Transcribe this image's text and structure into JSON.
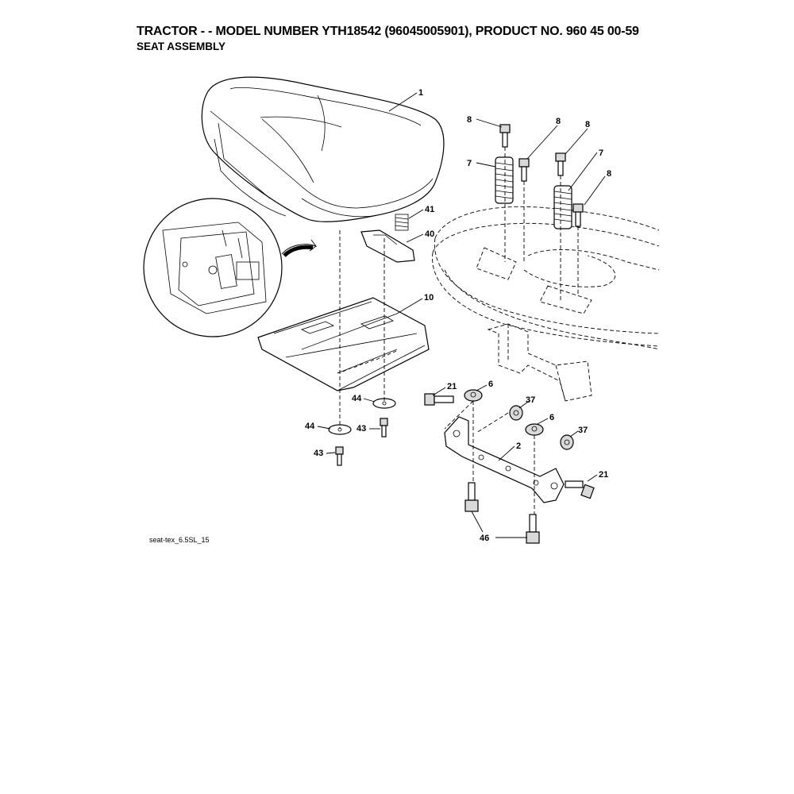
{
  "header": {
    "title": "TRACTOR - - MODEL NUMBER YTH18542 (96045005901), PRODUCT NO. 960 45 00-59",
    "subtitle": "SEAT ASSEMBLY"
  },
  "figure_id": "seat-tex_6.5SL_15",
  "callouts": [
    {
      "id": "c1",
      "text": "1"
    },
    {
      "id": "c8a",
      "text": "8"
    },
    {
      "id": "c8b",
      "text": "8"
    },
    {
      "id": "c8c",
      "text": "8"
    },
    {
      "id": "c8d",
      "text": "8"
    },
    {
      "id": "c7a",
      "text": "7"
    },
    {
      "id": "c7b",
      "text": "7"
    },
    {
      "id": "c41",
      "text": "41"
    },
    {
      "id": "c40",
      "text": "40"
    },
    {
      "id": "c10",
      "text": "10"
    },
    {
      "id": "c21a",
      "text": "21"
    },
    {
      "id": "c6a",
      "text": "6"
    },
    {
      "id": "c37a",
      "text": "37"
    },
    {
      "id": "c6b",
      "text": "6"
    },
    {
      "id": "c37b",
      "text": "37"
    },
    {
      "id": "c2",
      "text": "2"
    },
    {
      "id": "c21b",
      "text": "21"
    },
    {
      "id": "c44a",
      "text": "44"
    },
    {
      "id": "c44b",
      "text": "44"
    },
    {
      "id": "c43a",
      "text": "43"
    },
    {
      "id": "c43b",
      "text": "43"
    },
    {
      "id": "c46",
      "text": "46"
    }
  ]
}
